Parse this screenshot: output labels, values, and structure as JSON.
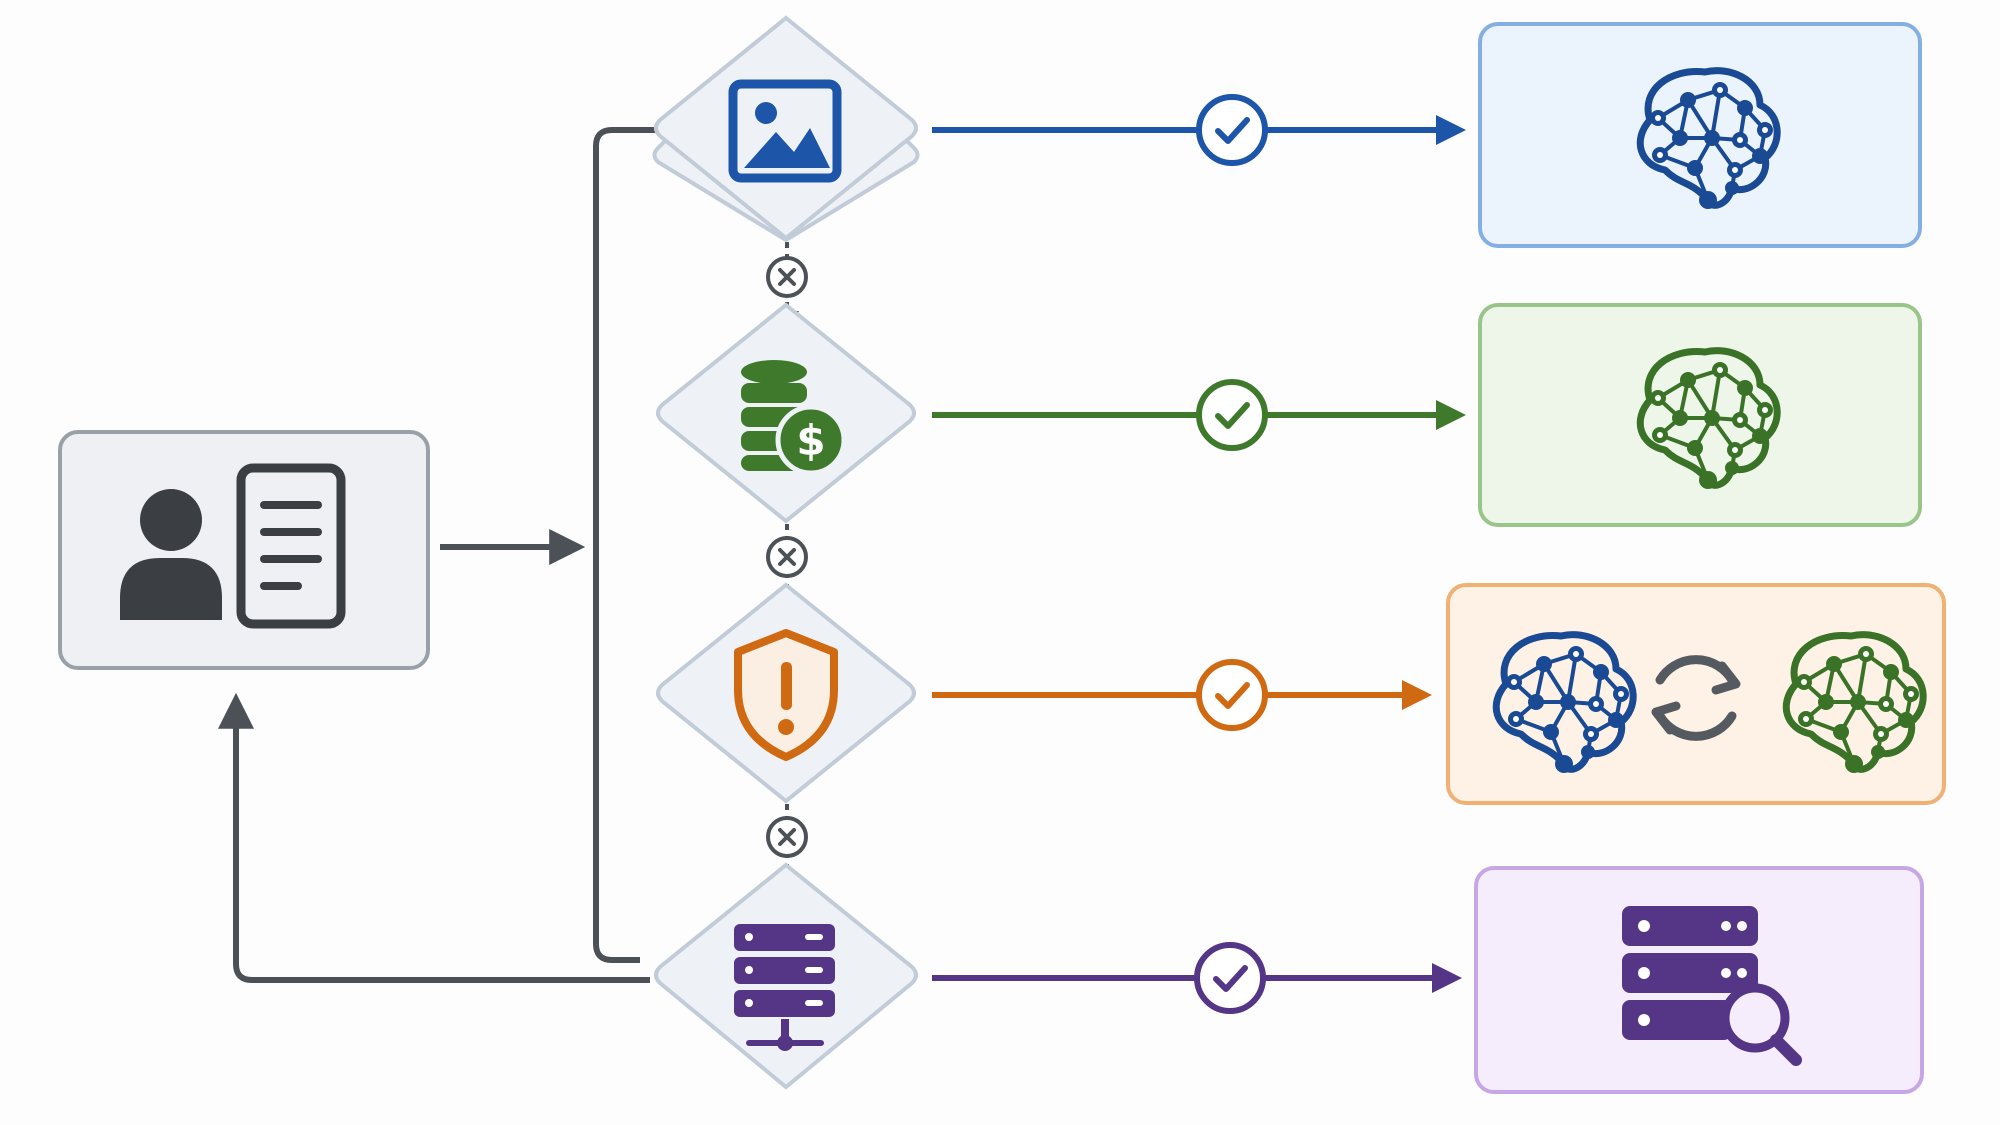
{
  "diagram": {
    "colors": {
      "connector": "#4c5157",
      "node_stroke": "#c2ccd8",
      "node_fill": "#eef2f7",
      "request_fill": "#eef0f3",
      "request_stroke": "#9aa0a7",
      "icon_dark": "#3b3f44"
    },
    "source_node": {
      "icon_names": [
        "person-icon",
        "document-icon"
      ]
    },
    "decision_nodes": [
      {
        "id": "image",
        "icon": "image-icon",
        "color": "#1d56a8"
      },
      {
        "id": "finance",
        "icon": "coins-dollar-icon",
        "color": "#3f7a2c"
      },
      {
        "id": "risk",
        "icon": "shield-alert-icon",
        "color": "#d06a12"
      },
      {
        "id": "data",
        "icon": "server-network-icon",
        "color": "#553585"
      }
    ],
    "rejection_markers": [
      "x-circle-icon",
      "x-circle-icon",
      "x-circle-icon"
    ],
    "routes": [
      {
        "check_icon": "check-circle-icon",
        "color": "#1d56a8"
      },
      {
        "check_icon": "check-circle-icon",
        "color": "#3f7a2c"
      },
      {
        "check_icon": "check-circle-icon",
        "color": "#d06a12"
      },
      {
        "check_icon": "check-circle-icon",
        "color": "#553585"
      }
    ],
    "targets": [
      {
        "icons": [
          "neural-brain-icon"
        ],
        "fill": "#ebf3fc",
        "stroke": "#84afe3",
        "color": "#1a4a94"
      },
      {
        "icons": [
          "neural-brain-icon"
        ],
        "fill": "#edf6e8",
        "stroke": "#9ac58a",
        "color": "#3a7327"
      },
      {
        "icons": [
          "neural-brain-icon",
          "sync-icon",
          "neural-brain-icon"
        ],
        "fill": "#fdf2e5",
        "stroke": "#f0b173",
        "color": "#d06a12",
        "sub_colors": [
          "#1a4a94",
          "#555a60",
          "#3a7327"
        ]
      },
      {
        "icons": [
          "server-search-icon"
        ],
        "fill": "#f5edfb",
        "stroke": "#c7a6e6",
        "color": "#553585"
      }
    ]
  }
}
